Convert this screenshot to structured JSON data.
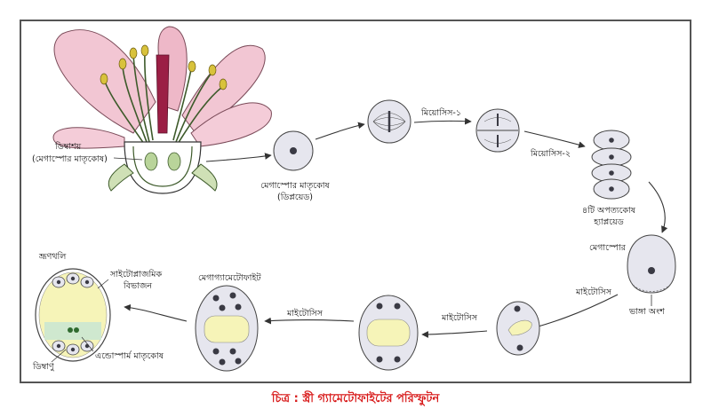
{
  "labels": {
    "ovary": "ডিম্বাশয়",
    "ovary_sub": "(মেগাস্পোর মাতৃকোষ)",
    "megaspore_mother_cell": "মেগাস্পোর মাতৃকোষ",
    "diploid": "(ডিপ্লয়েড)",
    "meiosis_1": "মিয়োসিস-১",
    "meiosis_2": "মিয়োসিস-২",
    "four_daughter_cells": "৪টি অপত্যকোষ",
    "haploid": "হ্যাপ্লয়েড",
    "megaspore": "মেগাস্পোর",
    "degenerate_part": "ভাঙ্গা অংশ",
    "mitosis_a": "মাইটোসিস",
    "mitosis_b": "মাইটোসিস",
    "mitosis_c": "মাইটোসিস",
    "megagametophyte": "মেগাগ্যামেটোফাইট",
    "embryo_sac": "ভ্রূণথলি",
    "cytoplasmic_division_1": "সাইটোপ্লাজমিক",
    "cytoplasmic_division_2": "বিভাজন",
    "endosperm_mother_cell": "এন্ডোস্পার্ম মাতৃকোষ",
    "egg_cell": "ডিম্বাণু"
  },
  "caption": "চিত্র : স্ত্রী গ্যামেটোফাইটের পরিস্ফুটন",
  "colors": {
    "caption": "#d81b1b",
    "petal": "#f2c6d3",
    "cell_fill": "#e6e6ee",
    "nucleus": "#3a3a44",
    "vacuole": "#f6f4b8"
  }
}
